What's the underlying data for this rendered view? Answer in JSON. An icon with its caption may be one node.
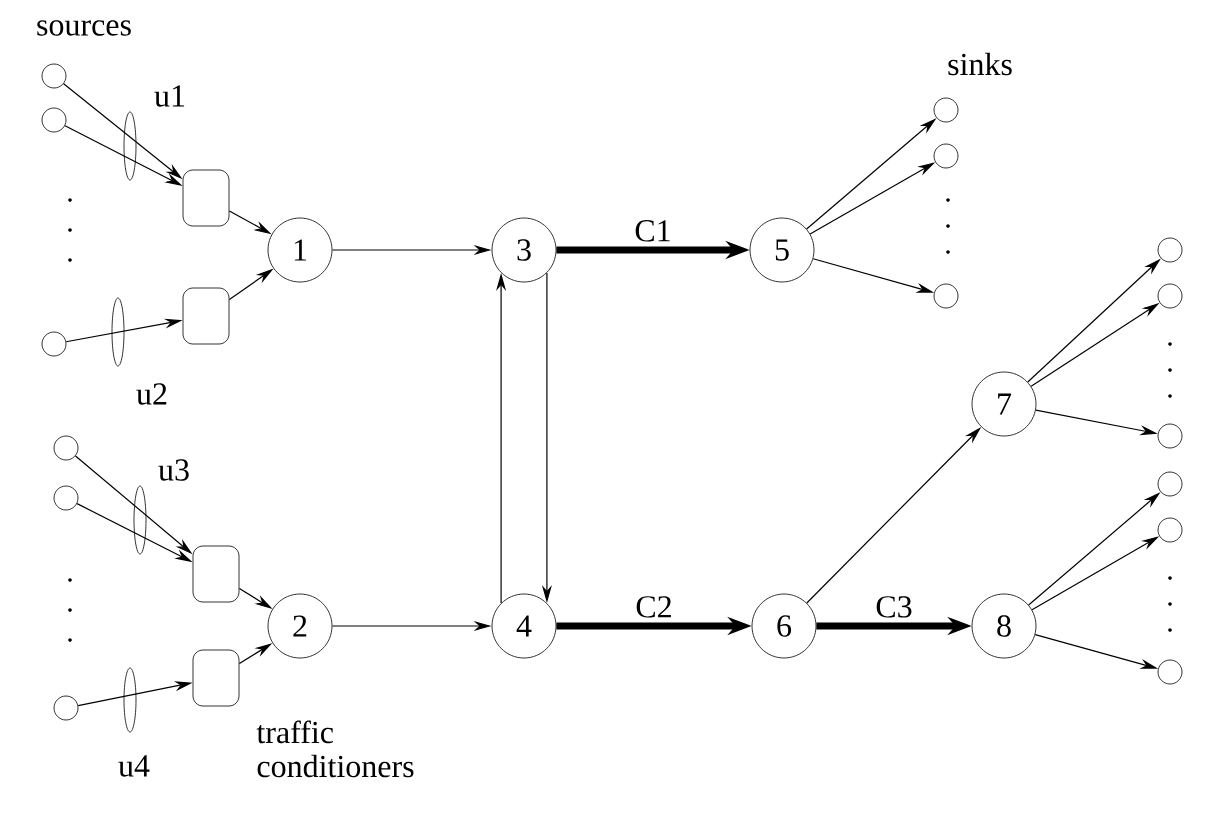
{
  "diagram": {
    "nodes": [
      {
        "text": [],
        "shape": "circle"
      },
      {
        "text": [],
        "shape": "circle"
      },
      {
        "text": [],
        "shape": "circle"
      },
      {
        "text": [],
        "shape": "box"
      },
      {
        "text": [],
        "shape": "box"
      },
      {
        "text": [
          "1"
        ]
      },
      {
        "text": [],
        "shape": "circle"
      },
      {
        "text": [],
        "shape": "circle"
      },
      {
        "text": [],
        "shape": "circle"
      },
      {
        "text": [],
        "shape": "box"
      },
      {
        "text": [],
        "shape": "box"
      },
      {
        "text": [
          "2"
        ]
      },
      {
        "text": [
          "3"
        ]
      },
      {
        "text": [
          "4"
        ]
      },
      {
        "text": [
          "5"
        ]
      },
      {
        "text": [
          "6"
        ]
      },
      {
        "text": [
          "7"
        ]
      },
      {
        "text": [
          "8"
        ]
      },
      {
        "text": [],
        "shape": "circle"
      },
      {
        "text": [],
        "shape": "circle"
      },
      {
        "text": [],
        "shape": "circle"
      },
      {
        "text": [],
        "shape": "circle"
      },
      {
        "text": [],
        "shape": "circle"
      },
      {
        "text": [],
        "shape": "circle"
      },
      {
        "text": [],
        "shape": "circle"
      },
      {
        "text": [],
        "shape": "circle"
      },
      {
        "text": [],
        "shape": "circle"
      }
    ],
    "edges": [
      {
        "from": 0,
        "to": 3,
        "arrow": "to"
      },
      {
        "from": 1,
        "to": 3,
        "arrow": "to"
      },
      {
        "from": 2,
        "to": 4,
        "arrow": "to"
      },
      {
        "from": 3,
        "to": 5,
        "arrow": "to"
      },
      {
        "from": 4,
        "to": 5,
        "arrow": "to"
      },
      {
        "from": 6,
        "to": 9,
        "arrow": "to"
      },
      {
        "from": 7,
        "to": 9,
        "arrow": "to"
      },
      {
        "from": 8,
        "to": 10,
        "arrow": "to"
      },
      {
        "from": 9,
        "to": 11,
        "arrow": "to"
      },
      {
        "from": 10,
        "to": 11,
        "arrow": "to"
      },
      {
        "from": 5,
        "to": 12,
        "arrow": "to"
      },
      {
        "from": 11,
        "to": 13,
        "arrow": "to"
      },
      {
        "from": 12,
        "to": 14,
        "arrow": "to",
        "label": "C1",
        "style": "thick"
      },
      {
        "from": 13,
        "to": 12,
        "arrow": "to"
      },
      {
        "from": 12,
        "to": 13,
        "arrow": "to"
      },
      {
        "from": 13,
        "to": 15,
        "arrow": "to",
        "label": "C2",
        "style": "thick"
      },
      {
        "from": 15,
        "to": 17,
        "arrow": "to",
        "label": "C3",
        "style": "thick"
      },
      {
        "from": 15,
        "to": 16,
        "arrow": "to"
      },
      {
        "from": 14,
        "to": 18,
        "arrow": "to"
      },
      {
        "from": 14,
        "to": 19,
        "arrow": "to"
      },
      {
        "from": 14,
        "to": 20,
        "arrow": "to"
      },
      {
        "from": 16,
        "to": 21,
        "arrow": "to"
      },
      {
        "from": 16,
        "to": 22,
        "arrow": "to"
      },
      {
        "from": 16,
        "to": 23,
        "arrow": "to"
      },
      {
        "from": 17,
        "to": 24,
        "arrow": "to"
      },
      {
        "from": 17,
        "to": 25,
        "arrow": "to"
      },
      {
        "from": 17,
        "to": 26,
        "arrow": "to"
      }
    ],
    "labels": [
      "sources",
      "sinks",
      "u1",
      "u2",
      "u3",
      "u4",
      "traffic conditioners"
    ]
  }
}
